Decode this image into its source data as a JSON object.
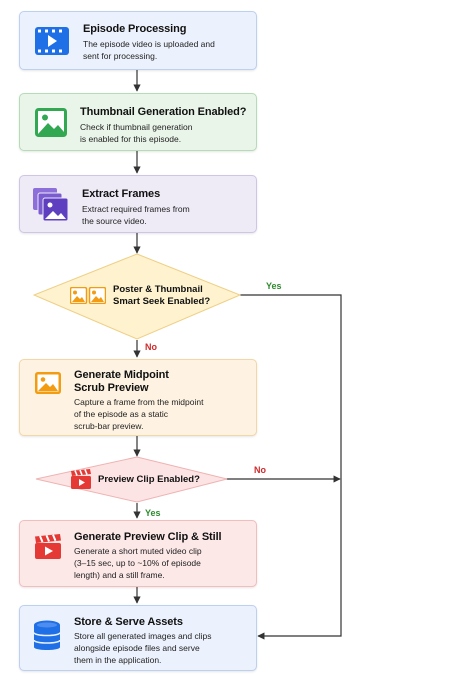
{
  "colors": {
    "blue": "#1f6fe6",
    "green": "#33a852",
    "purple": "#6a48c4",
    "orange": "#f39c12",
    "red": "#e53935",
    "store": "#1f6fe6",
    "yes": "#2e8b2e",
    "no": "#d02a2a",
    "connector": "#333333"
  },
  "nodes": {
    "episode": {
      "icon": "video-icon",
      "title": "Episode Processing",
      "desc": [
        "The episode video is uploaded and",
        "sent for processing."
      ]
    },
    "thumbnail": {
      "icon": "image-icon",
      "title": "Thumbnail Generation Enabled?",
      "desc": [
        "Check if thumbnail generation",
        "is enabled for this episode."
      ]
    },
    "extract": {
      "icon": "images-stack-icon",
      "title": "Extract Frames",
      "desc": [
        "Extract required frames from",
        "the source video."
      ]
    },
    "smart_seek": {
      "icon": "two-images-icon",
      "title": [
        "Poster & Thumbnail",
        "Smart Seek Enabled?"
      ]
    },
    "midpoint": {
      "icon": "picture-icon",
      "title": [
        "Generate Midpoint",
        "Scrub Preview"
      ],
      "desc": [
        "Capture a frame from the midpoint",
        "of the episode as a static",
        "scrub-bar preview."
      ]
    },
    "preview_clip": {
      "icon": "clapperboard-icon",
      "title": "Preview Clip Enabled?"
    },
    "generate_clip": {
      "icon": "clapperboard-play-icon",
      "title": "Generate Preview Clip & Still",
      "desc": [
        "Generate a short muted video clip",
        "(3–15 sec, up to ~10% of episode",
        "length) and a still frame."
      ]
    },
    "store": {
      "icon": "database-icon",
      "title": "Store & Serve Assets",
      "desc": [
        "Store all generated images and clips",
        "alongside episode files and serve",
        "them in the application."
      ]
    }
  },
  "edges": {
    "smart_seek_yes": "Yes",
    "smart_seek_no": "No",
    "preview_no": "No",
    "preview_yes": "Yes"
  }
}
